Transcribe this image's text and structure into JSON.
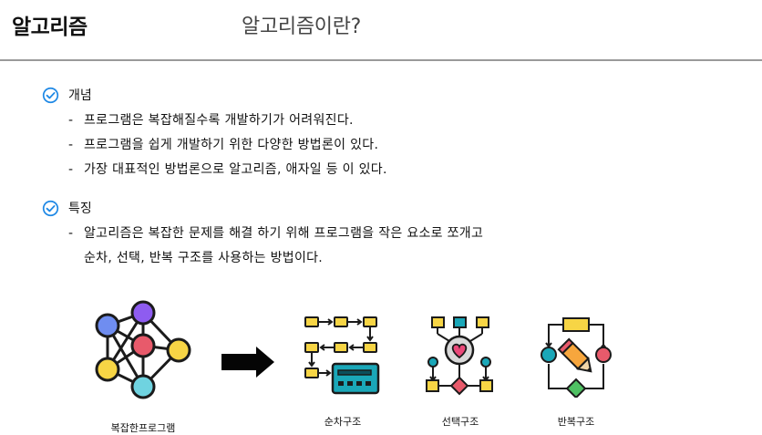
{
  "header": {
    "title": "알고리즘",
    "subtitle": "알고리즘이란?"
  },
  "sections": [
    {
      "heading": "개념",
      "bullets": [
        "프로그램은 복잡해질수록 개발하기가 어려워진다.",
        "프로그램을 쉽게 개발하기 위한 다양한 방법론이 있다.",
        "가장 대표적인 방법론으로 알고리즘, 애자일 등 이 있다."
      ]
    },
    {
      "heading": "특징",
      "bullets": [
        "알고리즘은 복잡한 문제를 해결 하기 위해 프로그램을 작은 요소로 쪼개고"
      ],
      "continuation": "순차, 선택, 반복 구조를 사용하는 방법이다."
    }
  ],
  "bullet_marker": "-",
  "figures": {
    "complex": "복잡한프로그램",
    "sequence": "순차구조",
    "selection": "선택구조",
    "repetition": "반복구조"
  },
  "colors": {
    "check": "#1e88e5",
    "blue": "#6f8df0",
    "purple": "#8e5cf0",
    "red": "#e85a6b",
    "yellow": "#f7d545",
    "cyan": "#6fd3e0",
    "teal": "#1aa7b8",
    "green": "#4fc163",
    "pink": "#ea4a7a"
  },
  "icons": [
    "check-circle-icon",
    "network-icon",
    "right-arrow-icon",
    "sequence-flow-icon",
    "selection-flow-icon",
    "loop-flow-icon"
  ]
}
